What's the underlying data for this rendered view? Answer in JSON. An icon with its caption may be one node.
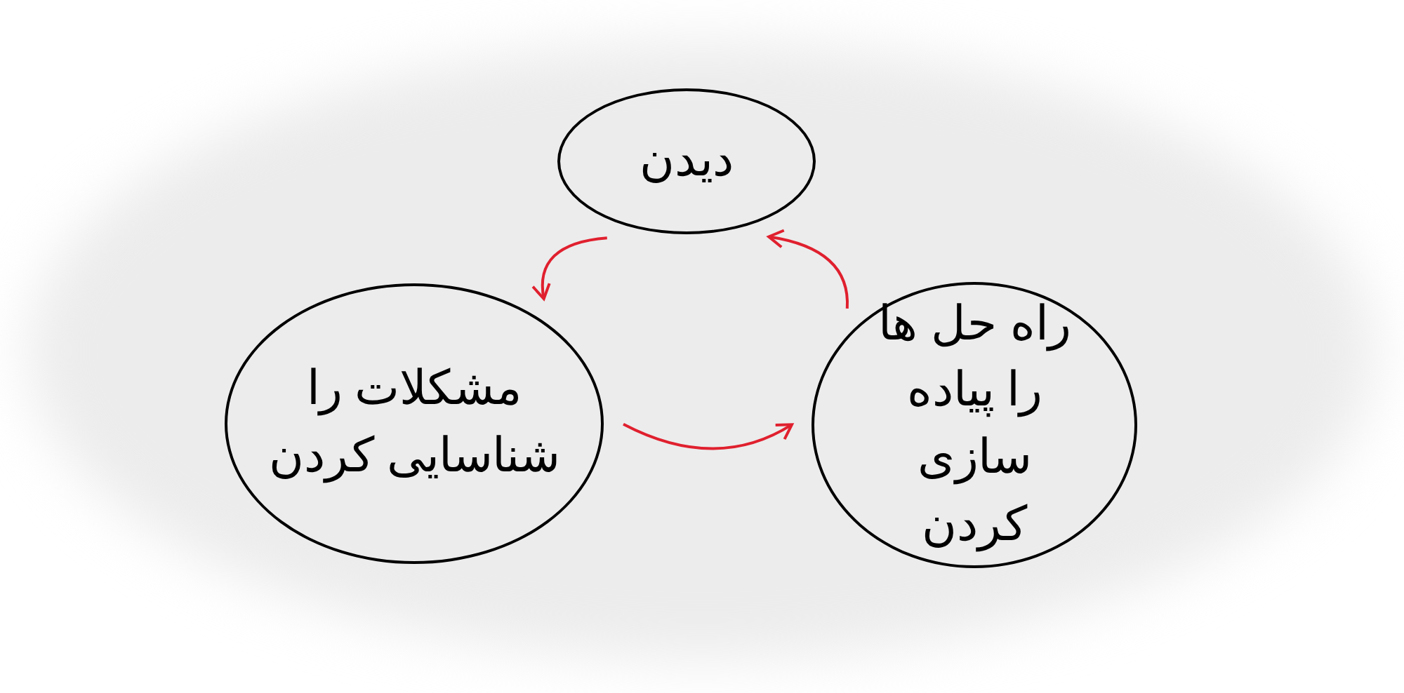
{
  "diagram": {
    "nodes": [
      {
        "text": [
          "دیدن"
        ]
      },
      {
        "text": [
          "مشکلات را شناسایی کردن"
        ]
      },
      {
        "text": [
          "راه حل ها را پیاده سازی کردن"
        ]
      }
    ],
    "edges": [
      {
        "from": 0,
        "to": 1,
        "arrow": "to"
      },
      {
        "from": 1,
        "to": 2,
        "arrow": "to"
      },
      {
        "from": 2,
        "to": 0,
        "arrow": "to"
      }
    ]
  }
}
